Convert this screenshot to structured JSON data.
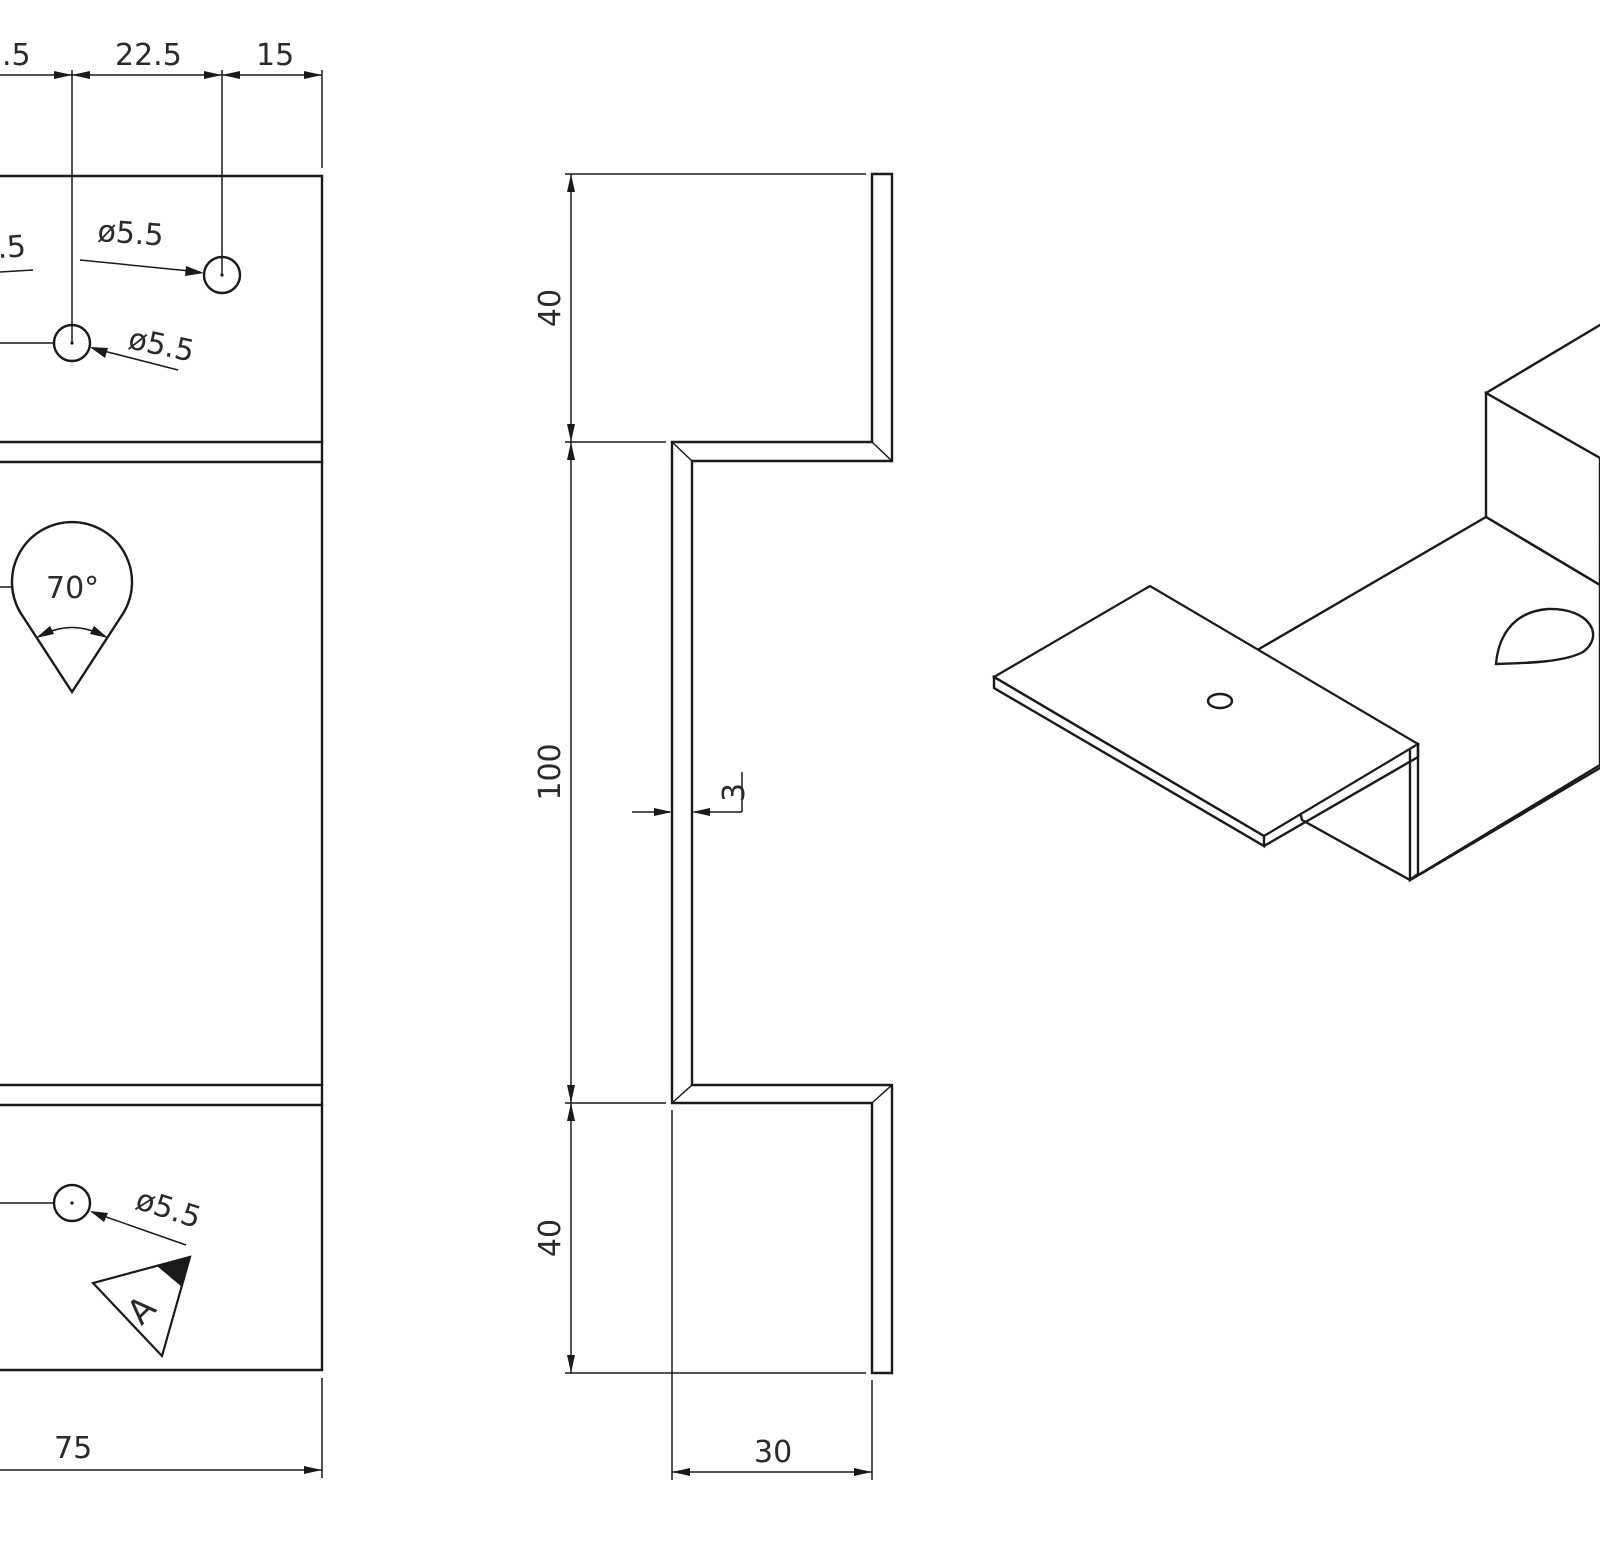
{
  "front_view": {
    "dim_top_left_partial": ".5",
    "dim_top_mid": "22.5",
    "dim_top_right": "15",
    "hole_left_partial": ".5",
    "hole_top_right": "ø5.5",
    "hole_mid": "ø5.5",
    "angle": "70°",
    "hole_bottom": "ø5.5",
    "view_label": "A",
    "dim_width": "75"
  },
  "side_view": {
    "dim_top_flange": "40",
    "dim_web": "100",
    "dim_bottom_flange": "40",
    "dim_thickness": "3",
    "dim_depth": "30"
  },
  "colors": {
    "line": "#1a1a1a",
    "background": "#ffffff"
  }
}
